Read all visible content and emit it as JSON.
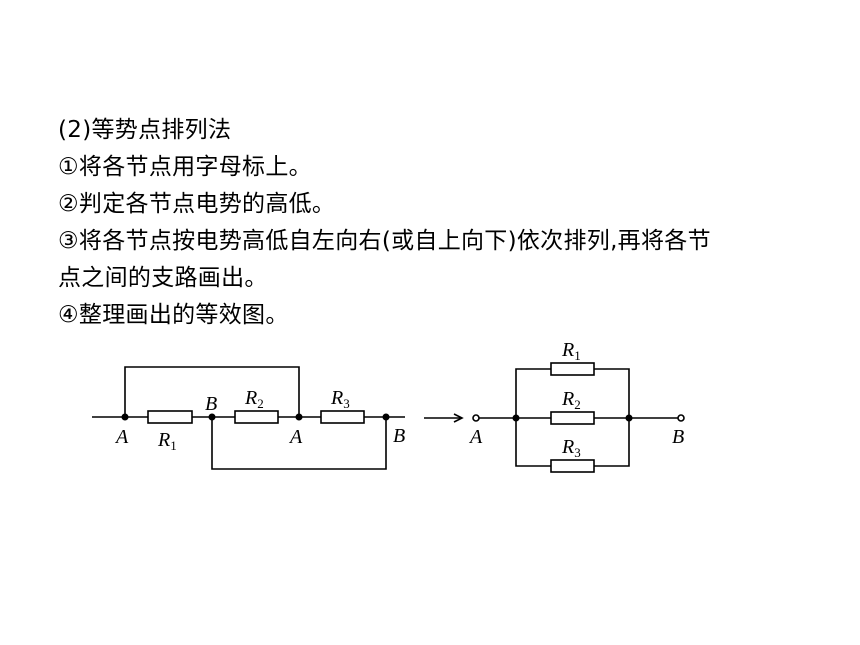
{
  "text": {
    "heading": "(2)等势点排列法",
    "step1": "①将各节点用字母标上。",
    "step2": "②判定各节点电势的高低。",
    "step3_line1": "③将各节点按电势高低自左向右(或自上向下)依次排列,再将各节",
    "step3_line2": "点之间的支路画出。",
    "step4": "④整理画出的等效图。"
  },
  "circuit_left": {
    "node_labels": [
      "A",
      "B",
      "A",
      "B"
    ],
    "resistors": [
      {
        "letter": "R",
        "index": "1"
      },
      {
        "letter": "R",
        "index": "2"
      },
      {
        "letter": "R",
        "index": "3"
      }
    ]
  },
  "circuit_right": {
    "node_labels": [
      "A",
      "B"
    ],
    "resistors": [
      {
        "letter": "R",
        "index": "1"
      },
      {
        "letter": "R",
        "index": "2"
      },
      {
        "letter": "R",
        "index": "3"
      }
    ]
  }
}
